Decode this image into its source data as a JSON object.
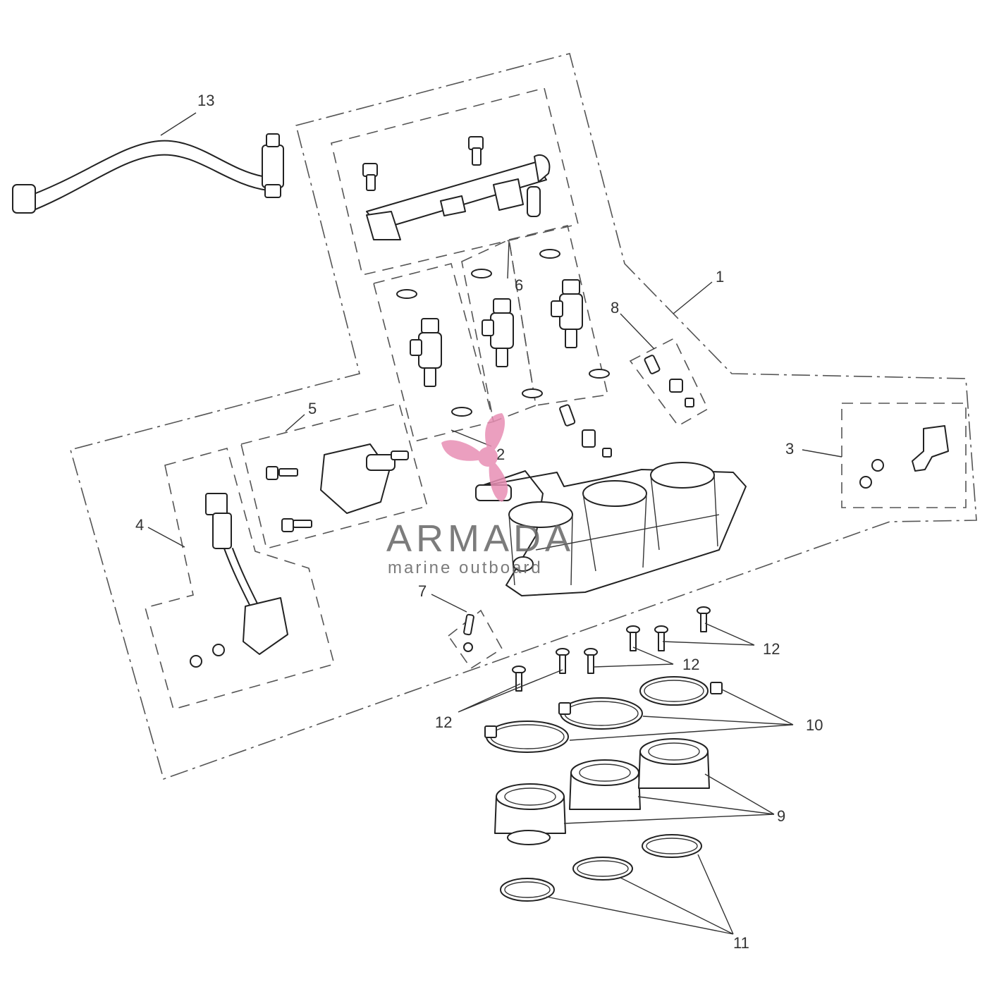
{
  "callouts": {
    "c1": "1",
    "c2": "2",
    "c3": "3",
    "c4": "4",
    "c5": "5",
    "c6": "6",
    "c7": "7",
    "c8": "8",
    "c9": "9",
    "c10": "10",
    "c11": "11",
    "c12a": "12",
    "c12b": "12",
    "c12c": "12",
    "c13": "13"
  },
  "watermark": {
    "brand": "ARMADA",
    "tagline": "marine outboard",
    "logo_color": "#e88fb4",
    "text_color": "#666666"
  }
}
